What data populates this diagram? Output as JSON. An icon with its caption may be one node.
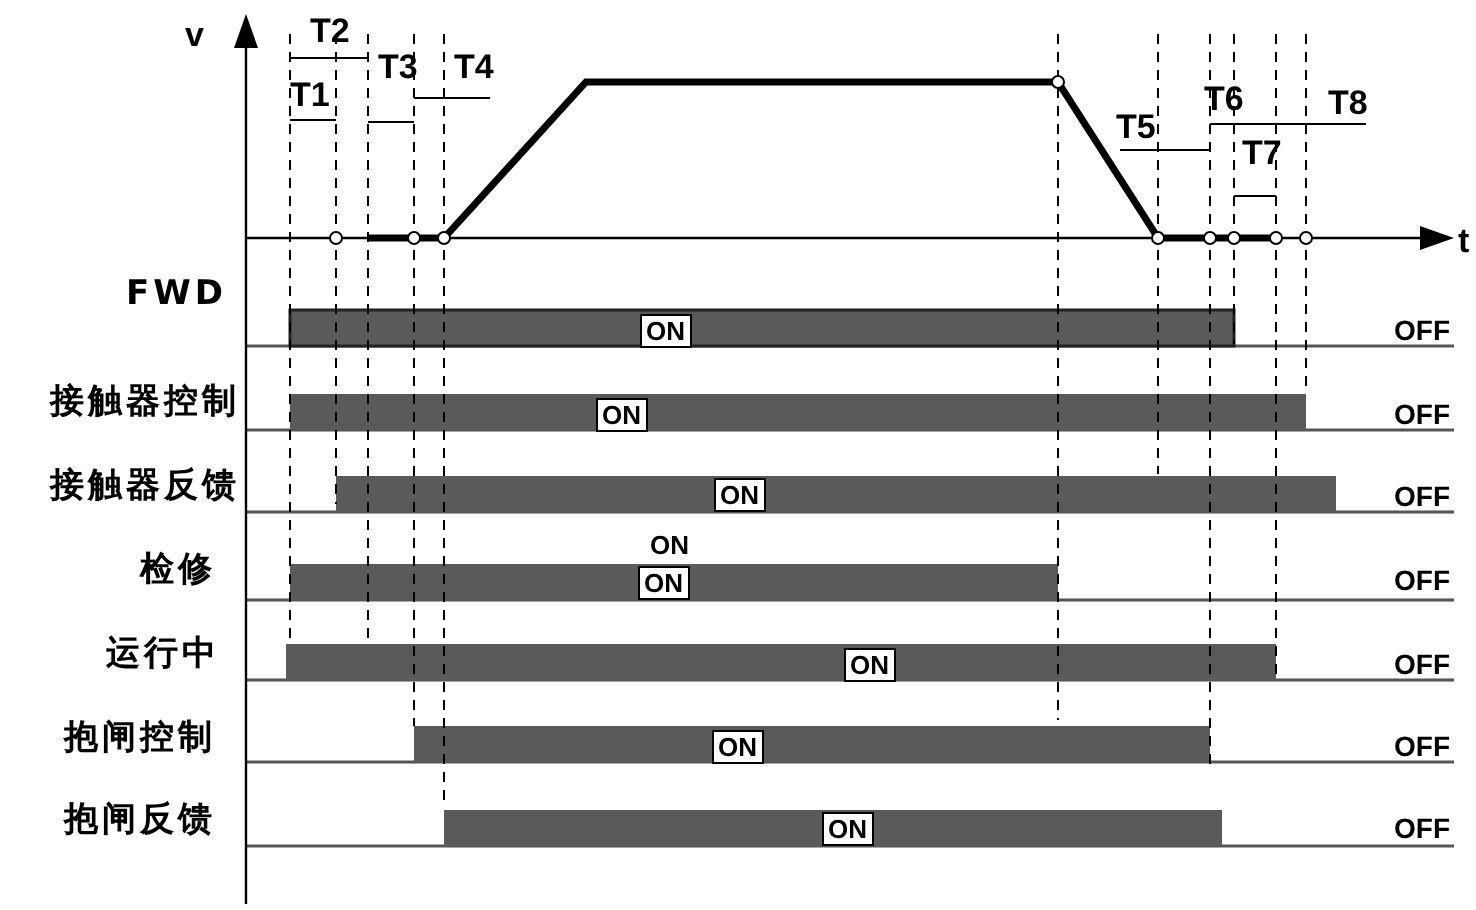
{
  "diagram": {
    "labels": [
      "v",
      "T2",
      "T3",
      "T4",
      "T1",
      "T6",
      "T8",
      "T5",
      "T7",
      "t",
      "FWD",
      "ON",
      "OFF",
      "接触器控制",
      "ON",
      "OFF",
      "接触器反馈",
      "ON",
      "OFF",
      "ON",
      "检修",
      "ON",
      "OFF",
      "运行中",
      "ON",
      "OFF",
      "抱闸控制",
      "ON",
      "OFF",
      "抱闸反馈",
      "ON",
      "OFF"
    ]
  }
}
